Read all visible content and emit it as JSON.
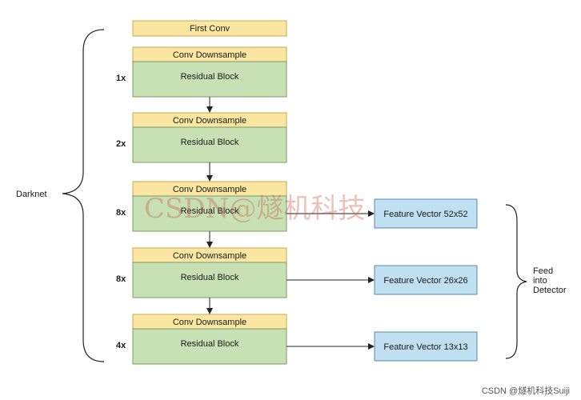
{
  "colors": {
    "conv": "#fbe7a1",
    "conv_border": "#c9a74a",
    "residual": "#c8e1b4",
    "residual_border": "#7d9a63",
    "feature": "#bfe0f1",
    "feature_border": "#5a88a8",
    "line": "#222222"
  },
  "first_conv": "First Conv",
  "left_brace_label": "Darknet",
  "stages": [
    {
      "multiplier": "1x",
      "conv": "Conv Downsample",
      "residual": "Residual Block"
    },
    {
      "multiplier": "2x",
      "conv": "Conv Downsample",
      "residual": "Residual Block"
    },
    {
      "multiplier": "8x",
      "conv": "Conv Downsample",
      "residual": "Residual Block"
    },
    {
      "multiplier": "8x",
      "conv": "Conv Downsample",
      "residual": "Residual Block"
    },
    {
      "multiplier": "4x",
      "conv": "Conv Downsample",
      "residual": "Residual Block"
    }
  ],
  "features": [
    {
      "label": "Feature Vector 52x52",
      "stage": 2
    },
    {
      "label": "Feature Vector 26x26",
      "stage": 3
    },
    {
      "label": "Feature Vector 13x13",
      "stage": 4
    }
  ],
  "right_brace_label": [
    "Feed",
    "into",
    "Detector"
  ],
  "watermark": "CSDN@燧机科技",
  "footer_watermark": "CSDN @燧机科技Suiji"
}
